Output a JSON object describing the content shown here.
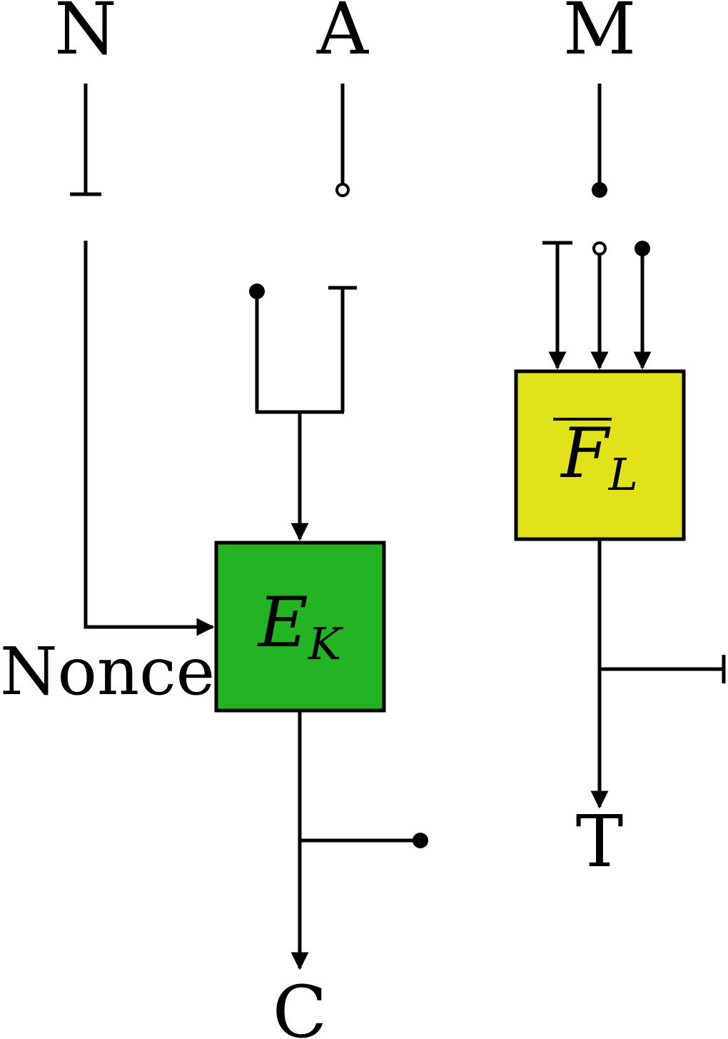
{
  "inputs": {
    "n": "N",
    "a": "A",
    "m": "M"
  },
  "outputs": {
    "c": "C",
    "t": "T"
  },
  "nonce_label": "Nonce",
  "blocks": {
    "encrypt": {
      "main": "E",
      "sub": "K",
      "fill": "#22b422"
    },
    "mac": {
      "main": "F",
      "sub": "L",
      "fill": "#e2e21a"
    }
  }
}
